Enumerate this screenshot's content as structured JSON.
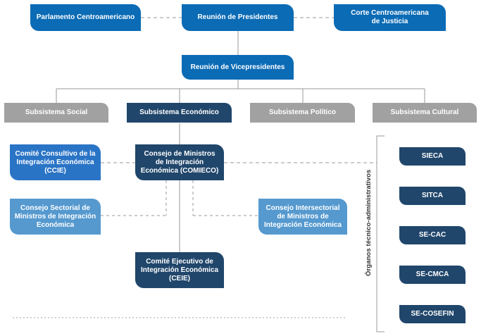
{
  "top": {
    "parlamento": "Parlamento Centroamericano",
    "presidentes": "Reunión de Presidentes",
    "corte": "Corte Centroamericana de Justicia"
  },
  "vicepresidentes": "Reunión de Vicepresidentes",
  "subsistemas": {
    "social": "Subsistema Social",
    "economico": "Subsistema Económico",
    "politico": "Subsistema Político",
    "cultural": "Subsistema Cultural"
  },
  "economico": {
    "ccie": "Comité Consultivo de la Integración Económica (CCIE)",
    "comieco": "Consejo de Ministros de Integración Económica (COMIECO)",
    "sectorial": "Consejo Sectorial de Ministros de Integración Económica",
    "intersectorial": "Consejo Intersectorial de Ministros de Integración Económica",
    "ceie": "Comité Ejecutivo de Integración Económica (CEIE)"
  },
  "organos_label": "Órganos técnico-administrativos",
  "organos": [
    "SIECA",
    "SITCA",
    "SE-CAC",
    "SE-CMCA",
    "SE-COSEFIN"
  ]
}
